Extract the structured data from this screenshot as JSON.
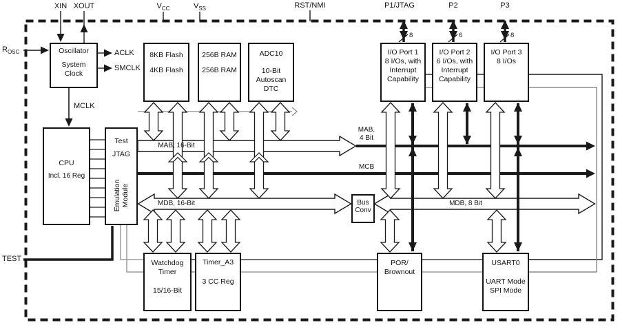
{
  "colors": {
    "ink": "#1a1a1a",
    "gray": "#8a8a8a"
  },
  "pins": {
    "xin": "XIN",
    "xout": "XOUT",
    "vcc_main": "V",
    "vcc_sub": "CC",
    "vss_main": "V",
    "vss_sub": "SS",
    "rst": "RST/NMI",
    "p1": "P1/JTAG",
    "p2": "P2",
    "p3": "P3",
    "rosc_main": "R",
    "rosc_sub": "OSC",
    "test": "TEST"
  },
  "clocks": {
    "aclk": "ACLK",
    "smclk": "SMCLK",
    "mclk": "MCLK"
  },
  "buses": {
    "mab16": "MAB, 16-Bit",
    "mab4_l1": "MAB,",
    "mab4_l2": "4 Bit",
    "mcb": "MCB",
    "mdb16": "MDB, 16-Bit",
    "mdb8": "MDB, 8 Bit"
  },
  "bus_widths": {
    "p1": "8",
    "p2": "6",
    "p3": "8"
  },
  "blocks": {
    "oscillator": {
      "l1": "Oscillator",
      "l2": "System",
      "l3": "Clock"
    },
    "cpu": {
      "l1": "CPU",
      "l2": "Incl. 16 Reg"
    },
    "test_jtag": {
      "l1": "Test",
      "l2": "JTAG",
      "rot1": "Emulation",
      "rot2": "Module"
    },
    "flash": {
      "l1": "8KB Flash",
      "l2": "4KB Flash"
    },
    "ram": {
      "l1": "256B RAM",
      "l2": "256B RAM"
    },
    "adc": {
      "l1": "ADC10",
      "l2": "10-Bit",
      "l3": "Autoscan",
      "l4": "DTC"
    },
    "port1": {
      "l1": "I/O Port 1",
      "l2": "8 I/Os, with",
      "l3": "Interrupt",
      "l4": "Capability"
    },
    "port2": {
      "l1": "I/O Port 2",
      "l2": "6 I/Os, with",
      "l3": "Interrupt",
      "l4": "Capability"
    },
    "port3": {
      "l1": "I/O Port 3",
      "l2": "8 I/Os"
    },
    "bus_conv": {
      "l1": "Bus",
      "l2": "Conv"
    },
    "watchdog": {
      "l1": "Watchdog",
      "l2": "Timer",
      "l3": "15/16-Bit"
    },
    "timer": {
      "l1": "Timer_A3",
      "l2": "3 CC Reg"
    },
    "por": {
      "l1": "POR/",
      "l2": "Brownout"
    },
    "usart": {
      "l1": "USART0",
      "l2": "UART Mode",
      "l3": "SPI Mode"
    }
  }
}
